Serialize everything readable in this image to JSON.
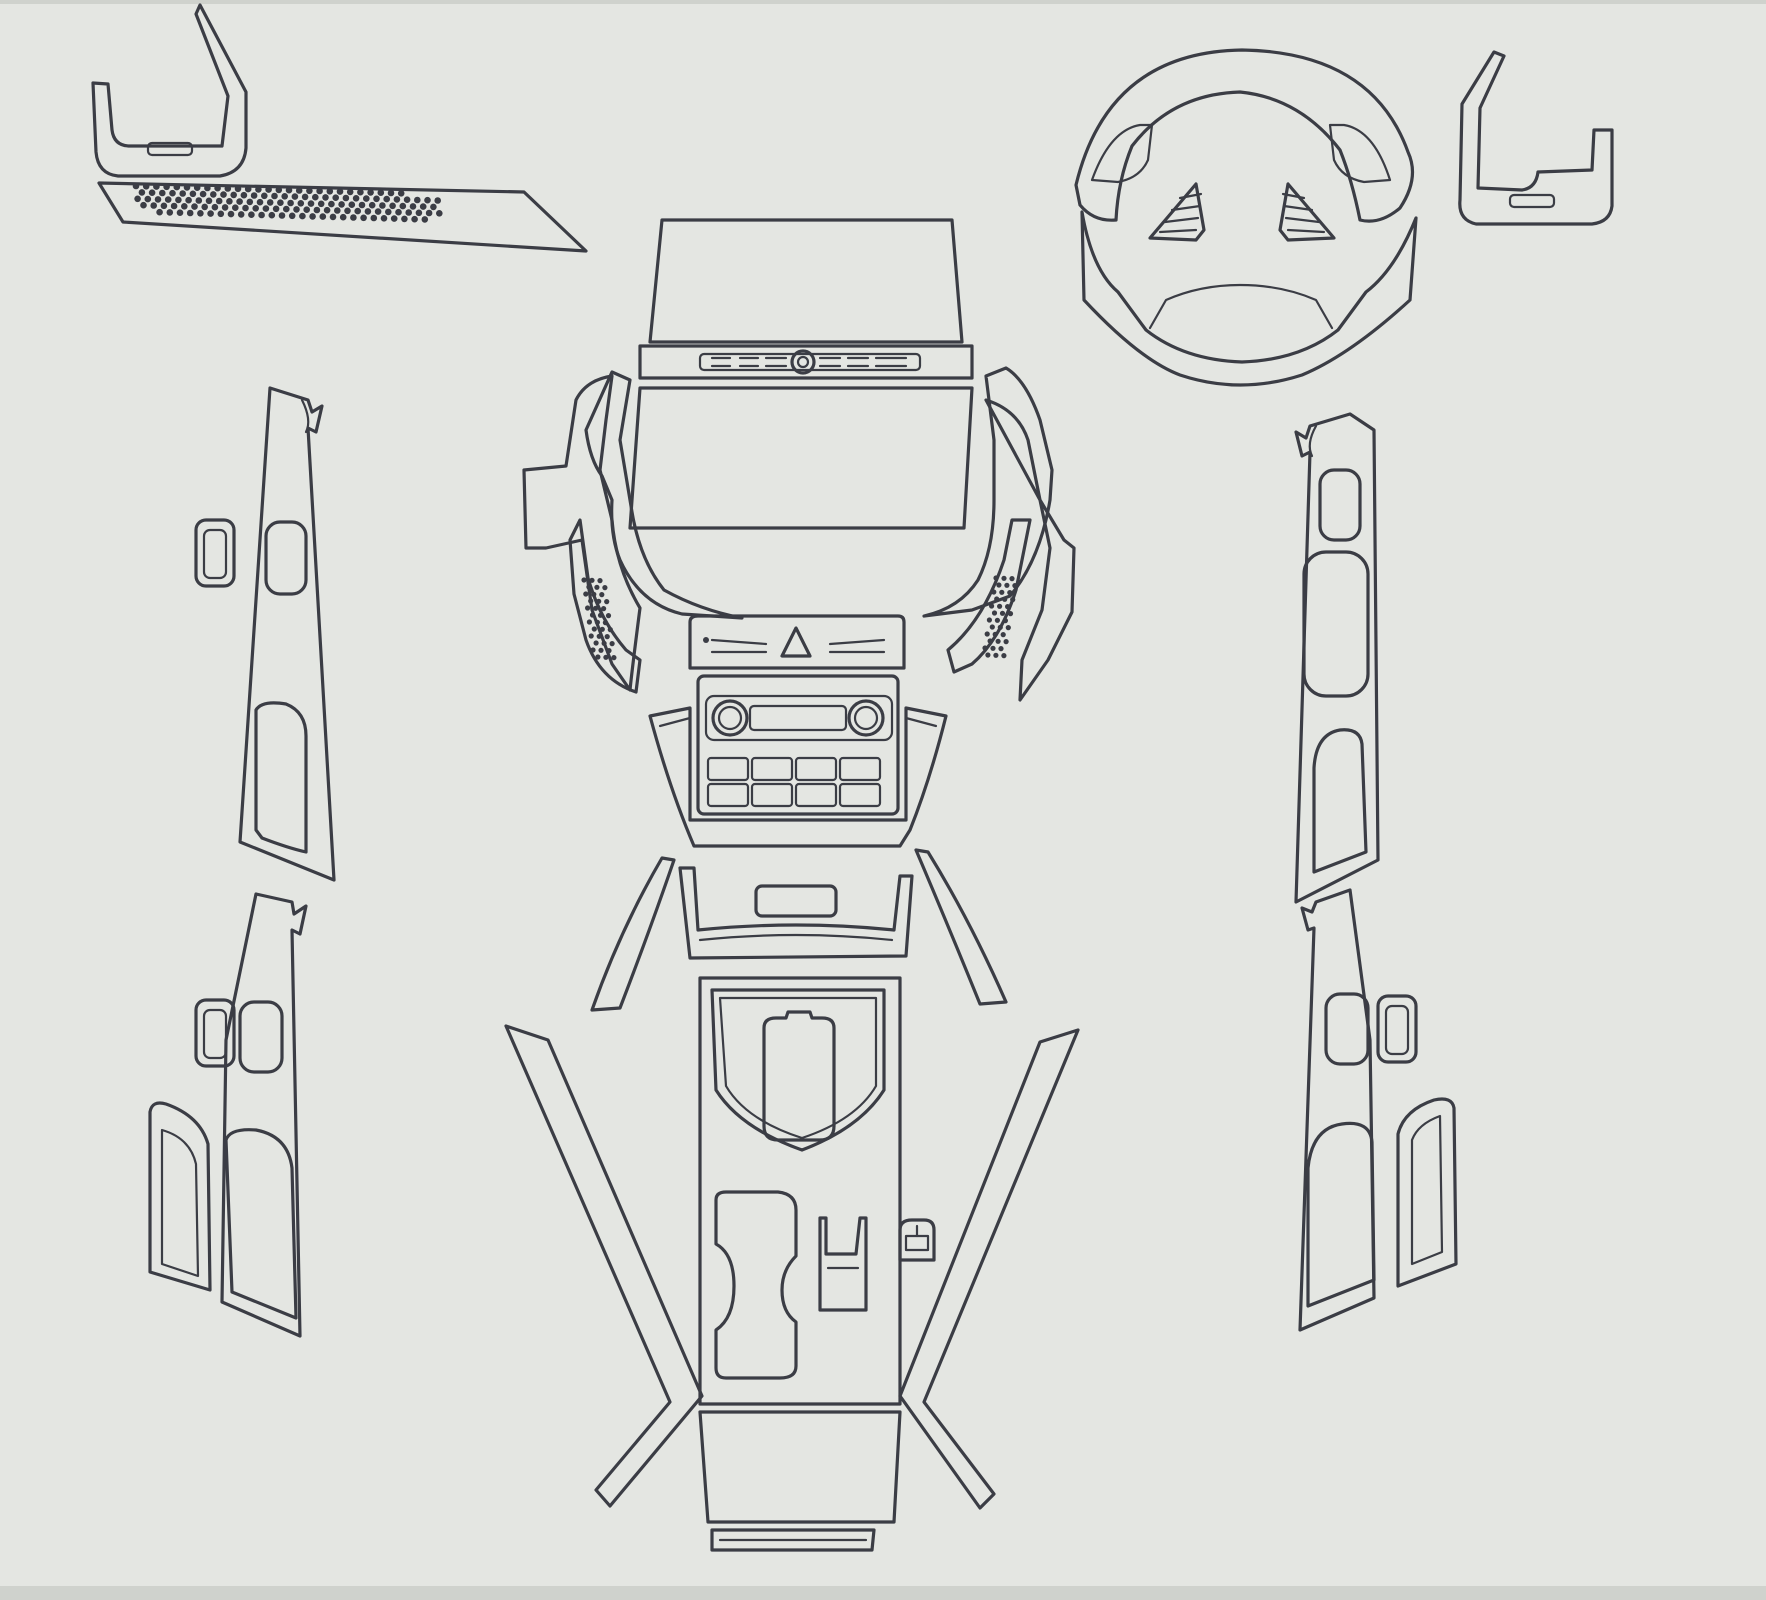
{
  "colors": {
    "background": "#e4e6e2",
    "line": "#3b3d45",
    "screen_edge": "#cfd2cd"
  },
  "diagram": {
    "type": "car interior trim cut-template",
    "parts": [
      "left-dash-end-trim",
      "left-dash-speaker-strip",
      "steering-wheel-trim",
      "right-dash-end-trim",
      "infotainment-screen-surround",
      "center-vent-strip",
      "left-center-side-panel",
      "right-center-side-panel",
      "lower-center-bezel",
      "hazard-button-panel",
      "climate-control-panel",
      "left-front-door-panel",
      "left-rear-door-panel",
      "right-front-door-panel",
      "right-rear-door-panel",
      "console-upper-trim",
      "gear-shifter-surround",
      "cupholder-panel",
      "left-console-side-strip",
      "right-console-side-strip",
      "rear-console-trim"
    ]
  }
}
